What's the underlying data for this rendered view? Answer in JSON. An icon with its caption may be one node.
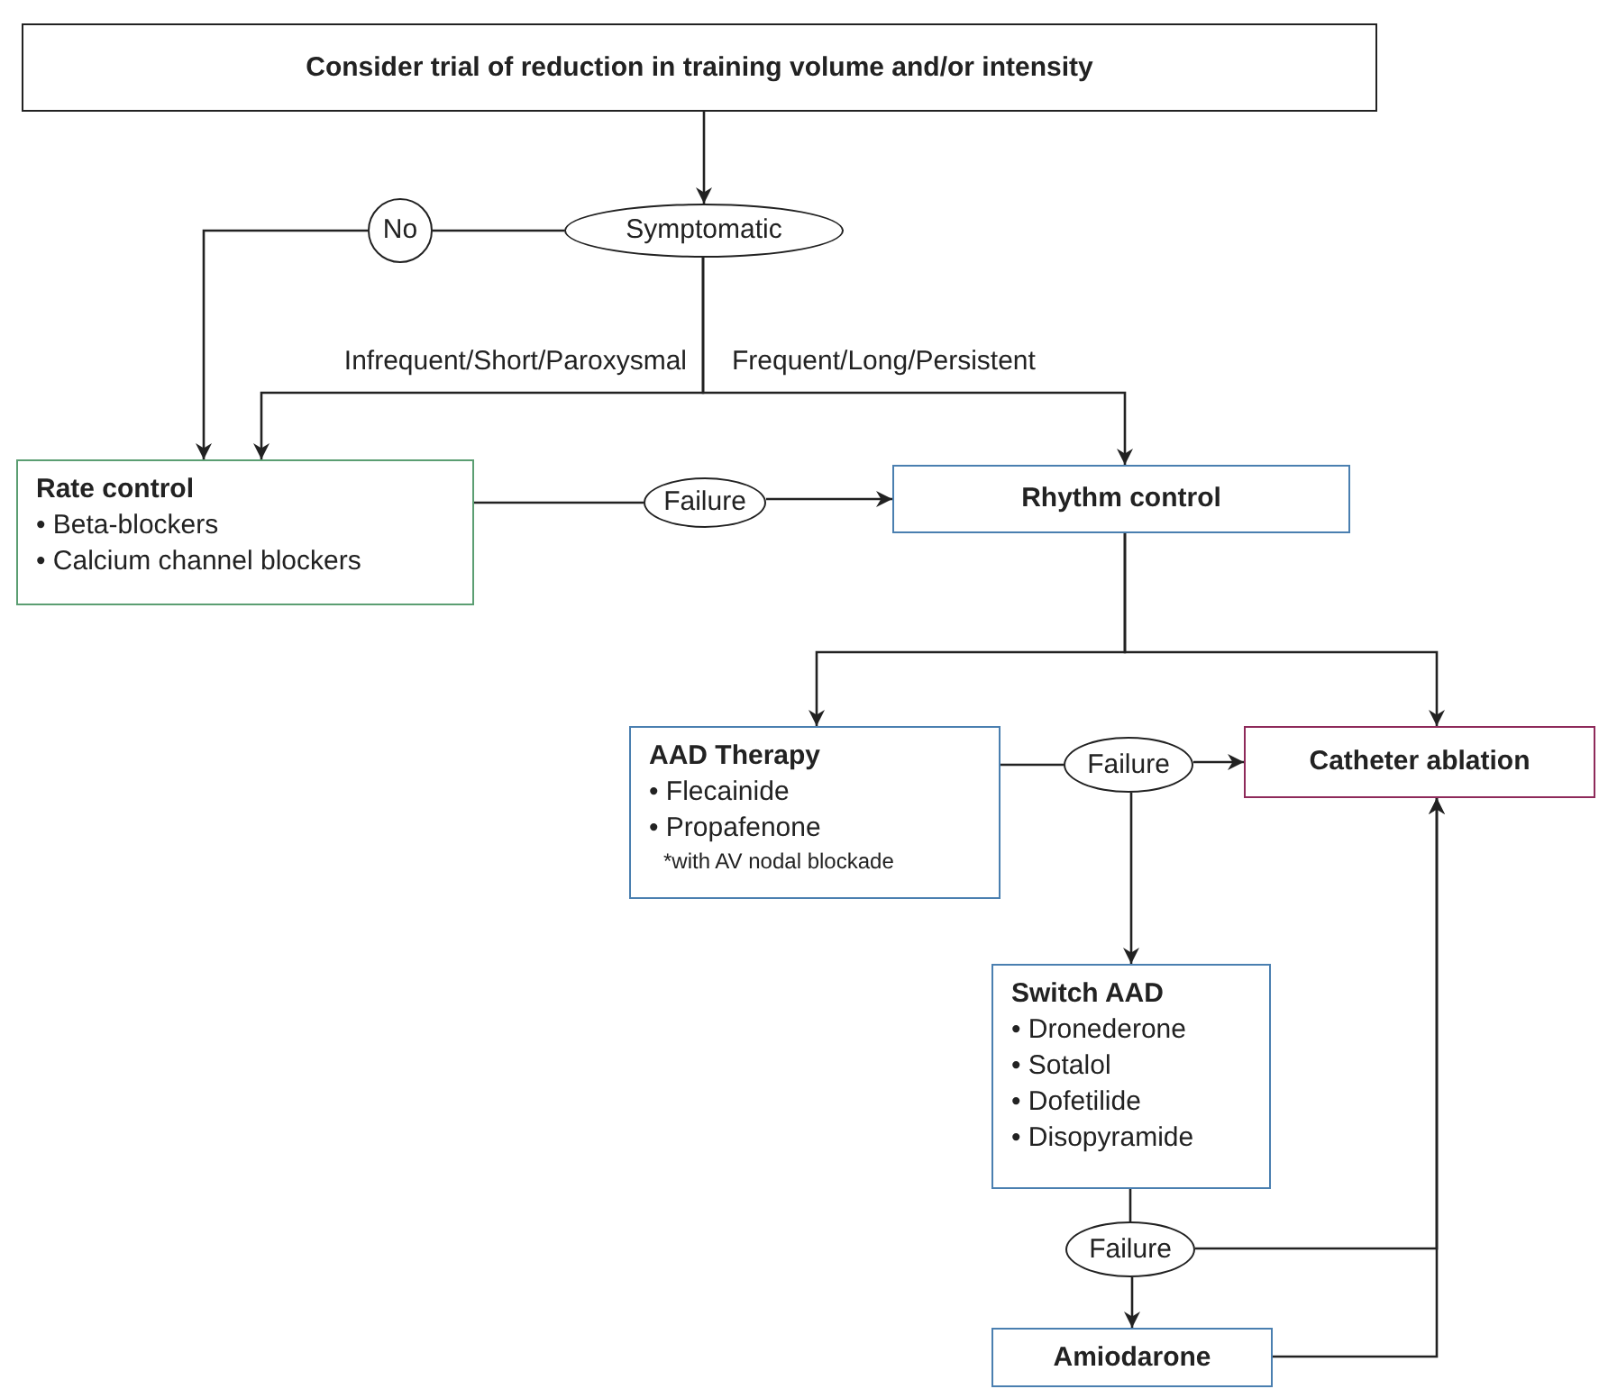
{
  "diagram": {
    "nodes": [
      {
        "text": [
          "Consider trial of reduction in training volume and/or intensity"
        ]
      },
      {
        "text": [
          "Symptomatic"
        ]
      },
      {
        "text": [
          "No"
        ]
      },
      {
        "text": [
          "Rate control",
          "• Beta-blockers",
          "• Calcium channel blockers"
        ]
      },
      {
        "text": [
          "Failure"
        ]
      },
      {
        "text": [
          "Rhythm control"
        ]
      },
      {
        "text": [
          "AAD Therapy",
          "• Flecainide",
          "• Propafenone",
          "*with AV nodal blockade"
        ]
      },
      {
        "text": [
          "Failure"
        ]
      },
      {
        "text": [
          "Catheter ablation"
        ]
      },
      {
        "text": [
          "Switch AAD",
          "• Dronederone",
          "• Sotalol",
          "• Dofetilide",
          "• Disopyramide"
        ]
      },
      {
        "text": [
          "Failure"
        ]
      },
      {
        "text": [
          "Amiodarone"
        ]
      }
    ],
    "edges": [
      {
        "from": 0,
        "to": 1,
        "arrow": "to"
      },
      {
        "from": 1,
        "to": 2,
        "arrow": "none"
      },
      {
        "from": 2,
        "to": 3,
        "arrow": "to"
      },
      {
        "from": 1,
        "to": 3,
        "arrow": "to",
        "label": "Infrequent/Short/Paroxysmal"
      },
      {
        "from": 1,
        "to": 5,
        "arrow": "to",
        "label": "Frequent/Long/Persistent"
      },
      {
        "from": 3,
        "to": 4,
        "arrow": "none"
      },
      {
        "from": 4,
        "to": 5,
        "arrow": "to"
      },
      {
        "from": 5,
        "to": 6,
        "arrow": "to"
      },
      {
        "from": 5,
        "to": 8,
        "arrow": "to"
      },
      {
        "from": 6,
        "to": 7,
        "arrow": "none"
      },
      {
        "from": 7,
        "to": 8,
        "arrow": "to"
      },
      {
        "from": 7,
        "to": 9,
        "arrow": "to"
      },
      {
        "from": 9,
        "to": 10,
        "arrow": "none"
      },
      {
        "from": 10,
        "to": 11,
        "arrow": "to"
      },
      {
        "from": 10,
        "to": 8,
        "arrow": "to"
      },
      {
        "from": 11,
        "to": 8,
        "arrow": "to"
      }
    ]
  }
}
